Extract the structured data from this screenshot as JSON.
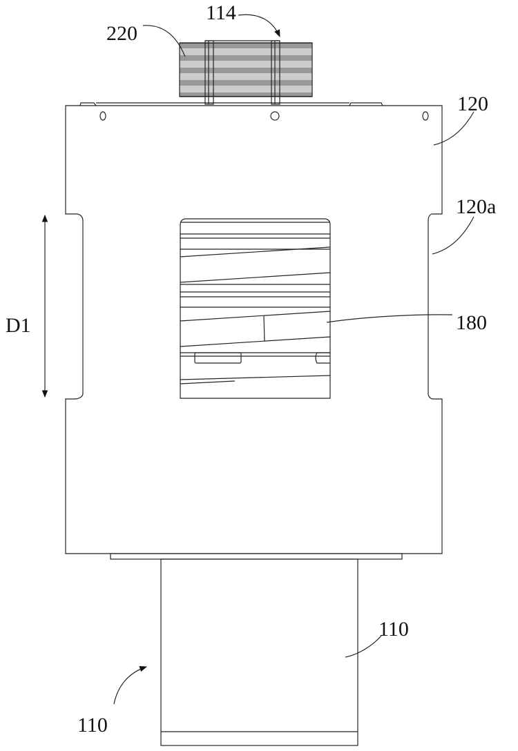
{
  "labels": {
    "heatsink": "220",
    "strap": "114",
    "housing": "120",
    "housing_notch": "120a",
    "distance": "D1",
    "core": "180",
    "base_right": "110",
    "base_left": "110"
  },
  "colors": {
    "line": "#222222",
    "background": "#ffffff"
  }
}
